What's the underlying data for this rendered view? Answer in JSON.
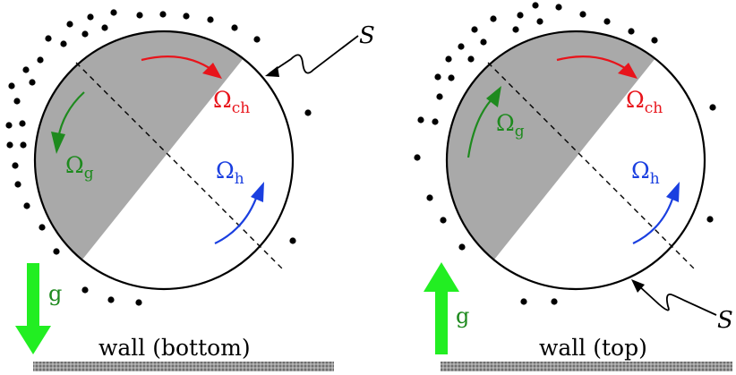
{
  "panels": [
    {
      "id": "left",
      "omega_ch": {
        "base": "Ω",
        "sub": "ch"
      },
      "omega_g": {
        "base": "Ω",
        "sub": "g"
      },
      "omega_h": {
        "base": "Ω",
        "sub": "h"
      },
      "gravity_label": "g",
      "gravity_direction": "down",
      "surface_label": "S",
      "wall_label": "wall (bottom)"
    },
    {
      "id": "right",
      "omega_ch": {
        "base": "Ω",
        "sub": "ch"
      },
      "omega_g": {
        "base": "Ω",
        "sub": "g"
      },
      "omega_h": {
        "base": "Ω",
        "sub": "h"
      },
      "gravity_label": "g",
      "gravity_direction": "up",
      "surface_label": "S",
      "wall_label": "wall (top)"
    }
  ],
  "colors": {
    "omega_ch": "#e8141b",
    "omega_g": "#1e8a1e",
    "omega_h": "#1a3fe0",
    "gravity_arrow": "#22ee22",
    "shaded": "#a9a9a9",
    "wall": "#8c8c8c"
  }
}
